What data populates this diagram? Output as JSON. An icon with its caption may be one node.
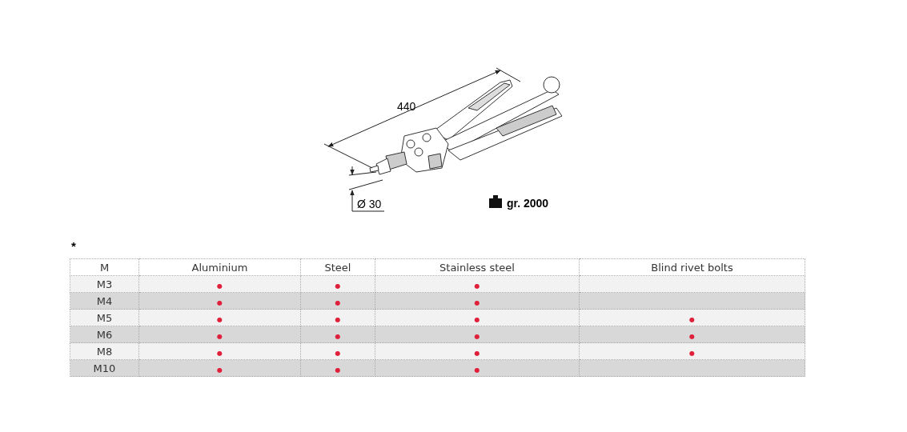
{
  "diagram": {
    "labels": [
      "440",
      "Ø 30",
      "gr. 2000",
      "*",
      "M",
      "Aluminium",
      "Steel",
      "Stainless steel",
      "Blind rivet bolts",
      "M3",
      "●",
      "●",
      "●",
      "M4",
      "●",
      "●",
      "●",
      "M5",
      "●",
      "●",
      "●",
      "●",
      "M6",
      "●",
      "●",
      "●",
      "●",
      "M8",
      "●",
      "●",
      "●",
      "●",
      "M10",
      "●",
      "●",
      "●"
    ]
  }
}
